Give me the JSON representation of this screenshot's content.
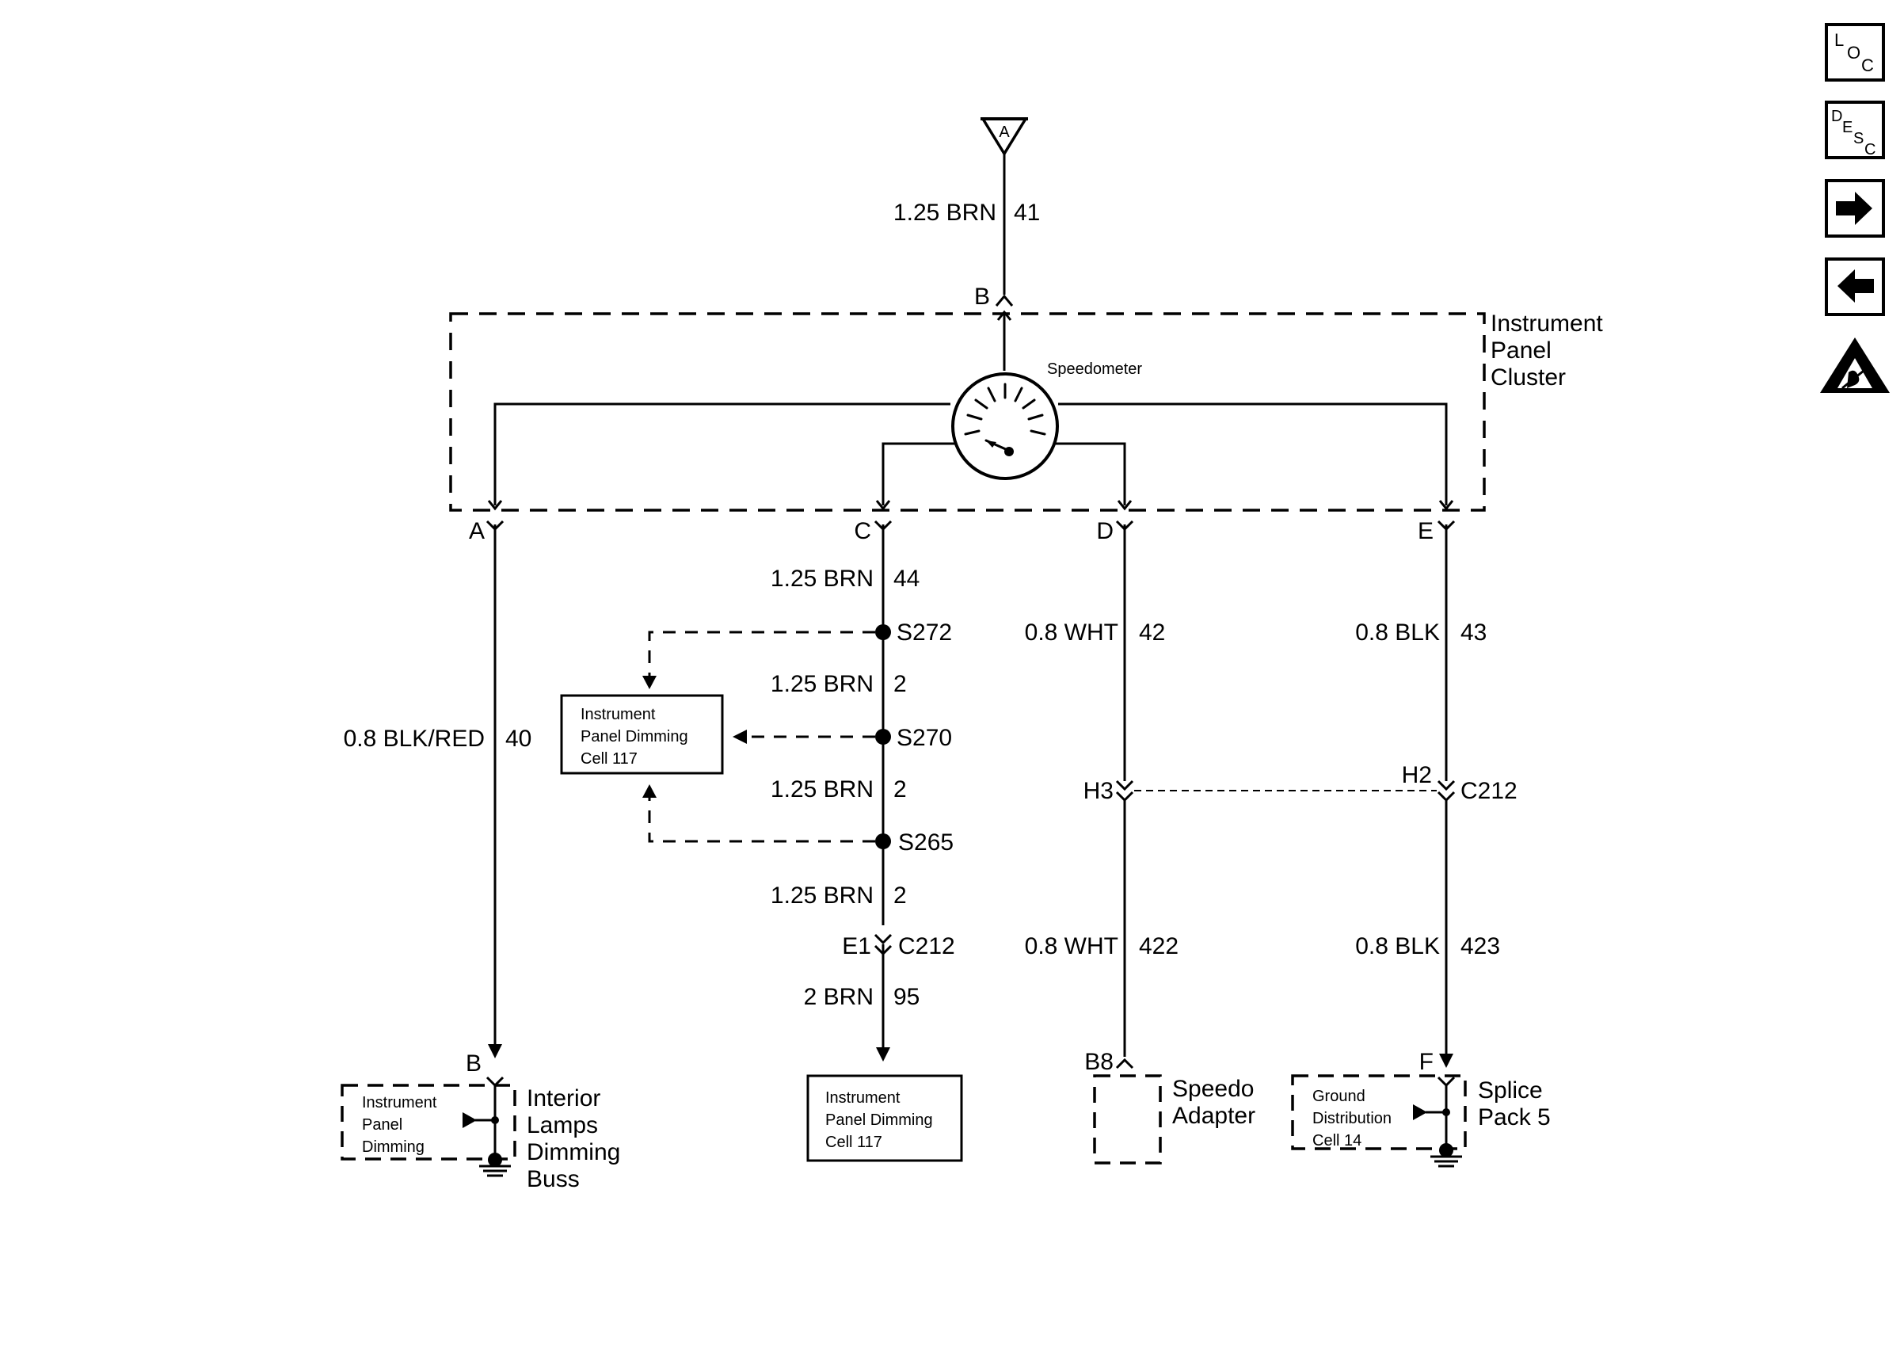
{
  "source": {
    "label": "A",
    "wire_gauge_color": "1.25 BRN",
    "wire_circuit": "41",
    "pin": "B"
  },
  "cluster": {
    "title_line1": "Instrument",
    "title_line2": "Panel",
    "title_line3": "Cluster",
    "speedometer_label": "Speedometer",
    "pins": {
      "a": "A",
      "c": "C",
      "d": "D",
      "e": "E"
    }
  },
  "wire_a": {
    "gauge_color": "0.8 BLK/RED",
    "circuit": "40"
  },
  "wire_c": {
    "seg1_gauge_color": "1.25 BRN",
    "seg1_circuit": "44",
    "splice_1": "S272",
    "seg2_gauge_color": "1.25 BRN",
    "seg2_circuit": "2",
    "splice_2": "S270",
    "seg3_gauge_color": "1.25 BRN",
    "seg3_circuit": "2",
    "splice_3": "S265",
    "seg4_gauge_color": "1.25 BRN",
    "seg4_circuit": "2",
    "connector_pin": "E1",
    "connector_name": "C212",
    "seg5_gauge_color": "2 BRN",
    "seg5_circuit": "95"
  },
  "wire_d": {
    "seg1_gauge_color": "0.8 WHT",
    "seg1_circuit": "42",
    "connector_pin": "H3",
    "seg2_gauge_color": "0.8 WHT",
    "seg2_circuit": "422",
    "dest_pin": "B8"
  },
  "wire_e": {
    "seg1_gauge_color": "0.8 BLK",
    "seg1_circuit": "43",
    "connector_pin": "H2",
    "connector_name": "C212",
    "seg2_gauge_color": "0.8 BLK",
    "seg2_circuit": "423",
    "dest_pin": "F"
  },
  "ipd_cell_box": {
    "line1": "Instrument",
    "line2": "Panel Dimming",
    "line3": "Cell 117"
  },
  "bottom": {
    "a_pin": "B",
    "ip_dimming": {
      "line1": "Instrument",
      "line2": "Panel",
      "line3": "Dimming"
    },
    "interior_lamps": {
      "line1": "Interior",
      "line2": "Lamps",
      "line3": "Dimming",
      "line4": "Buss"
    },
    "ipd_cell": {
      "line1": "Instrument",
      "line2": "Panel Dimming",
      "line3": "Cell 117"
    },
    "speedo_adapter": {
      "line1": "Speedo",
      "line2": "Adapter"
    },
    "ground_dist": {
      "line1": "Ground",
      "line2": "Distribution",
      "line3": "Cell 14"
    },
    "splice_pack": {
      "line1": "Splice",
      "line2": "Pack 5"
    }
  },
  "nav": {
    "loc": {
      "l": "L",
      "o": "O",
      "c": "C"
    },
    "desc": {
      "d": "D",
      "e": "E",
      "s": "S",
      "c": "C"
    }
  },
  "icons": {
    "forward": "arrow-right-icon",
    "back": "arrow-left-icon",
    "esd": "esd-warning-icon"
  },
  "colors": {
    "ink": "#000000",
    "background": "#ffffff"
  }
}
